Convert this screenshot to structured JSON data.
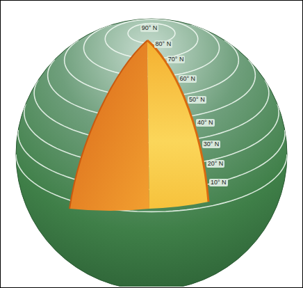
{
  "diagram": {
    "labels": [
      "90° N",
      "80° N",
      "70° N",
      "60° N",
      "50° N",
      "40° N",
      "30° N",
      "20° N",
      "10° N"
    ]
  }
}
